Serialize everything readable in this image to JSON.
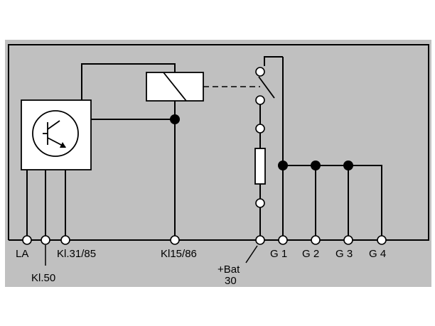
{
  "colors": {
    "panel": "#c0c0c0",
    "line": "#000000",
    "box_fill": "#ffffff",
    "node": "#000000"
  },
  "icons": {
    "module": "transistor-icon",
    "relay": "relay-coil-icon",
    "fuse": "fuse-icon"
  },
  "labels": {
    "la": "LA",
    "kl50": "Kl.50",
    "kl31_85": "Kl.31/85",
    "kl15_86": "Kl15/86",
    "bat": "+Bat",
    "bat30": "30",
    "g1": "G 1",
    "g2": "G 2",
    "g3": "G 3",
    "g4": "G 4"
  }
}
